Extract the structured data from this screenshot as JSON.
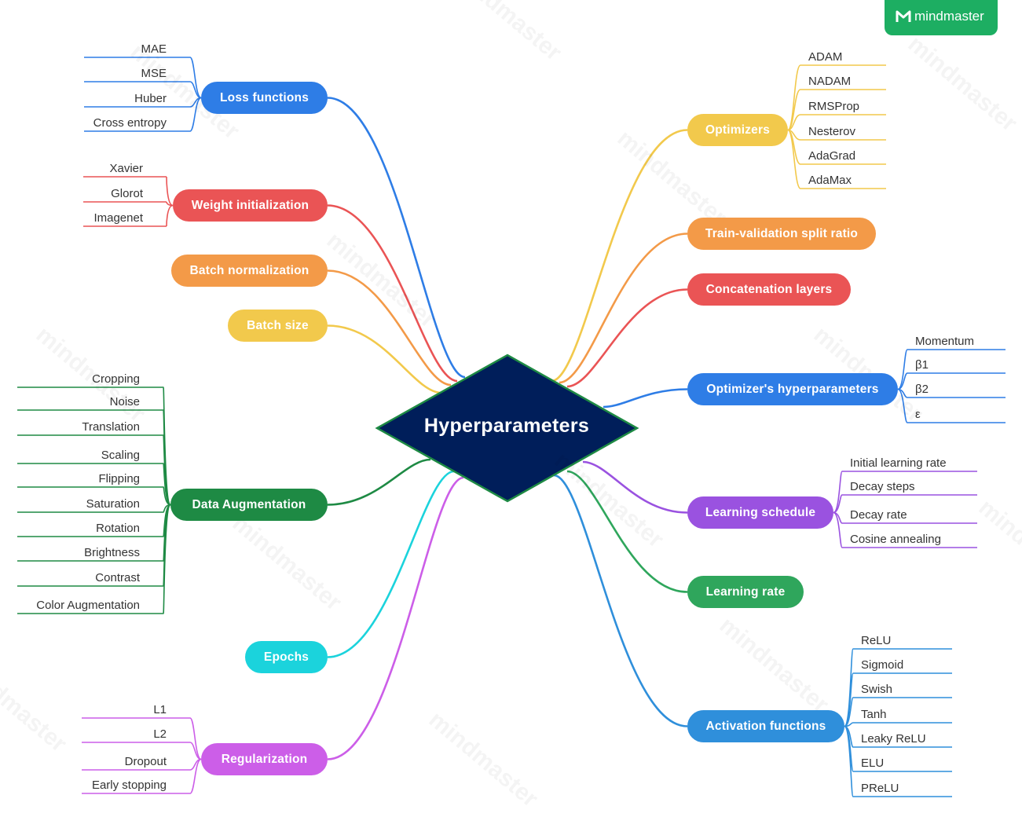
{
  "brand": {
    "name": "mindmaster",
    "icon": "mindmaster-logo-icon"
  },
  "watermark": "mindmaster",
  "center": {
    "label": "Hyperparameters",
    "fill": "#001e5a",
    "border": "#1e8a44"
  },
  "branches": {
    "loss": {
      "label": "Loss functions",
      "color": "#2e7de6",
      "leaves": [
        "MAE",
        "MSE",
        "Huber",
        "Cross entropy"
      ]
    },
    "weight": {
      "label": "Weight initialization",
      "color": "#ea5455",
      "leaves": [
        "Xavier",
        "Glorot",
        "Imagenet"
      ]
    },
    "batchnorm": {
      "label": "Batch normalization",
      "color": "#f39a48",
      "leaves": []
    },
    "batchsize": {
      "label": "Batch size",
      "color": "#f2c94c",
      "leaves": []
    },
    "augment": {
      "label": "Data Augmentation",
      "color": "#1e8a44",
      "leaves": [
        "Cropping",
        "Noise",
        "Translation",
        "Scaling",
        "Flipping",
        "Saturation",
        "Rotation",
        "Brightness",
        "Contrast",
        "Color Augmentation"
      ]
    },
    "epochs": {
      "label": "Epochs",
      "color": "#1bd3dc",
      "leaves": []
    },
    "reg": {
      "label": "Regularization",
      "color": "#cc5ee8",
      "leaves": [
        "L1",
        "L2",
        "Dropout",
        "Early stopping"
      ]
    },
    "optim": {
      "label": "Optimizers",
      "color": "#f2c94c",
      "leaves": [
        "ADAM",
        "NADAM",
        "RMSProp",
        "Nesterov",
        "AdaGrad",
        "AdaMax"
      ]
    },
    "split": {
      "label": "Train-validation split ratio",
      "color": "#f39a48",
      "leaves": []
    },
    "concat": {
      "label": "Concatenation layers",
      "color": "#ea5455",
      "leaves": []
    },
    "opthyper": {
      "label": "Optimizer's hyperparameters",
      "color": "#2e7de6",
      "leaves": [
        "Momentum",
        "β1",
        "β2",
        "ε"
      ]
    },
    "lrsched": {
      "label": "Learning schedule",
      "color": "#9a52e0",
      "leaves": [
        "Initial learning rate",
        "Decay steps",
        "Decay rate",
        "Cosine annealing"
      ]
    },
    "lr": {
      "label": "Learning rate",
      "color": "#2fa65c",
      "leaves": []
    },
    "activ": {
      "label": "Activation functions",
      "color": "#2f8fdb",
      "leaves": [
        "ReLU",
        "Sigmoid",
        "Swish",
        "Tanh",
        "Leaky ReLU",
        "ELU",
        "PReLU"
      ]
    }
  }
}
